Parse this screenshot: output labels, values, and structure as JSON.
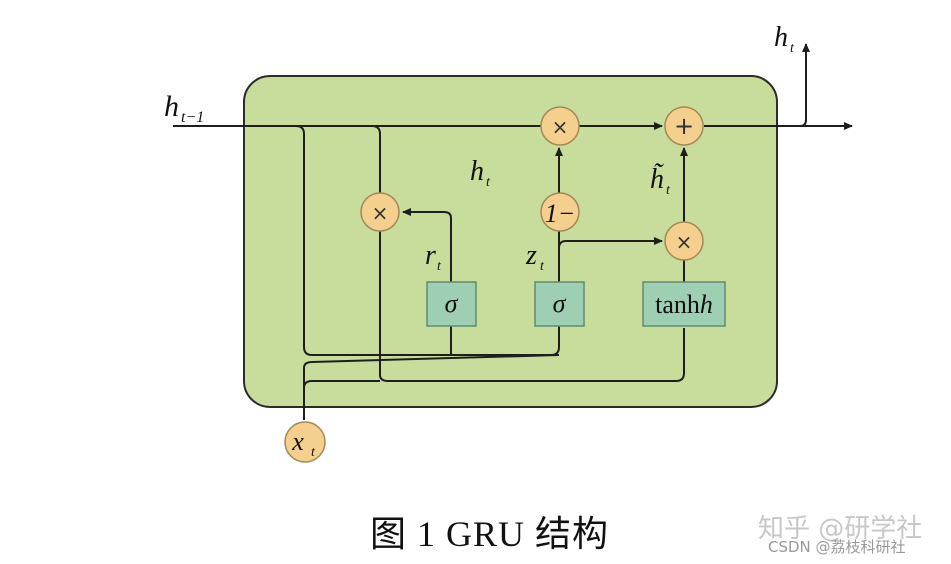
{
  "diagram": {
    "title": "GRU structure",
    "labels": {
      "h_prev": "h",
      "h_prev_sub": "t−1",
      "h_out": "h",
      "h_out_sub": "t",
      "h_mid": "h",
      "h_mid_sub": "t",
      "h_tilde": "h̃",
      "h_tilde_sub": "t",
      "r": "r",
      "r_sub": "t",
      "z": "z",
      "z_sub": "t",
      "x": "x",
      "x_sub": "t"
    },
    "nodes": {
      "mult_reset": "×",
      "mult_update": "×",
      "one_minus": "1−",
      "plus": "+",
      "mult_cand": "×",
      "sigma_r": "σ",
      "sigma_z": "σ",
      "tanh": "tanh",
      "tanh_h": "h"
    },
    "colors": {
      "cell_fill": "#c8dd9c",
      "cell_stroke": "#2b2b2b",
      "op_fill": "#f4cf8e",
      "op_stroke": "#a08a55",
      "gate_fill": "#9fcfb3",
      "gate_stroke": "#5e8c72",
      "line": "#1e1e1e"
    }
  },
  "caption": {
    "text": "图 1   GRU 结构"
  },
  "watermarks": {
    "zhihu": "知乎 @研学社",
    "csdn": "CSDN @荔枝科研社"
  }
}
